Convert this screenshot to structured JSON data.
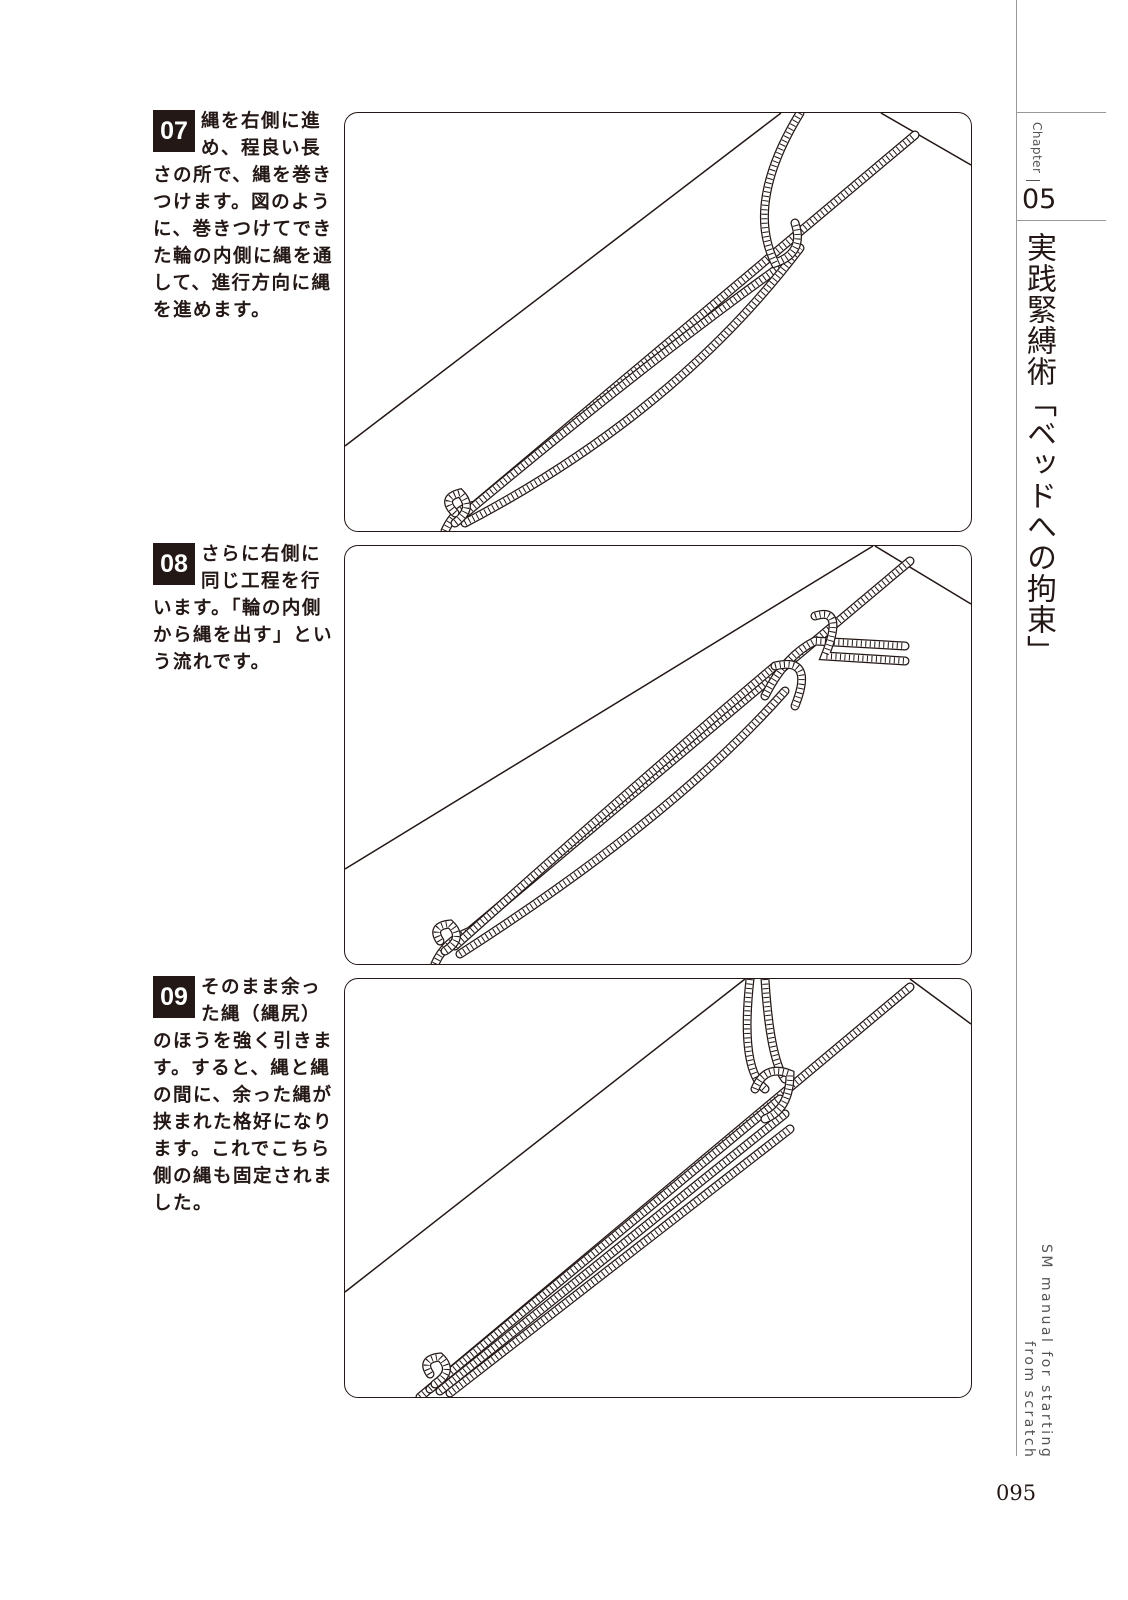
{
  "steps": [
    {
      "number": "07",
      "text": "縄を右側に進め、程良い長さの所で、縄を巻きつけます。図のように、巻きつけてできた輪の内側に縄を通して、進行方向に縄を進めます。"
    },
    {
      "number": "08",
      "text": "さらに右側に同じ工程を行います。「輪の内側から縄を出す」という流れです。"
    },
    {
      "number": "09",
      "text": "そのまま余った縄（縄尻）のほうを強く引きます。すると、縄と縄の間に、余った縄が挟まれた格好になります。これでこちら側の縄も固定されました。"
    }
  ],
  "sidebar": {
    "chapter_label": "Chapter",
    "chapter_number": "05",
    "section_title": "実践緊縛術「ベッドへの拘束」",
    "book_subtitle_line1": "SM manual for starting",
    "book_subtitle_line2": "from scratch"
  },
  "page_number": "095",
  "colors": {
    "ink": "#231815",
    "rule": "#999999"
  }
}
